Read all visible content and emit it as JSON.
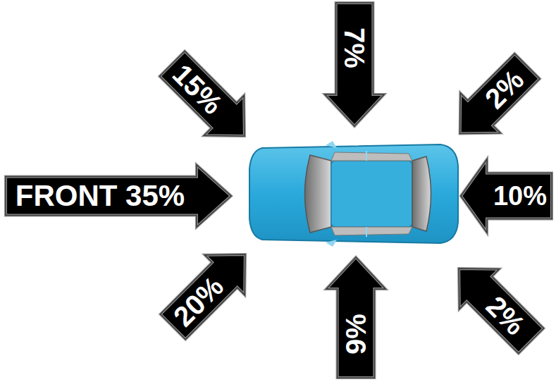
{
  "diagram": {
    "nodes": [
      {
        "text": [
          "7%"
        ]
      },
      {
        "text": [
          "15%"
        ]
      },
      {
        "text": [
          "2%"
        ]
      },
      {
        "text": [
          "FRONT 35%"
        ]
      },
      {
        "text": [
          "10%"
        ]
      },
      {
        "text": [
          "20%"
        ]
      },
      {
        "text": [
          "9%"
        ]
      },
      {
        "text": [
          "2%"
        ]
      }
    ]
  }
}
